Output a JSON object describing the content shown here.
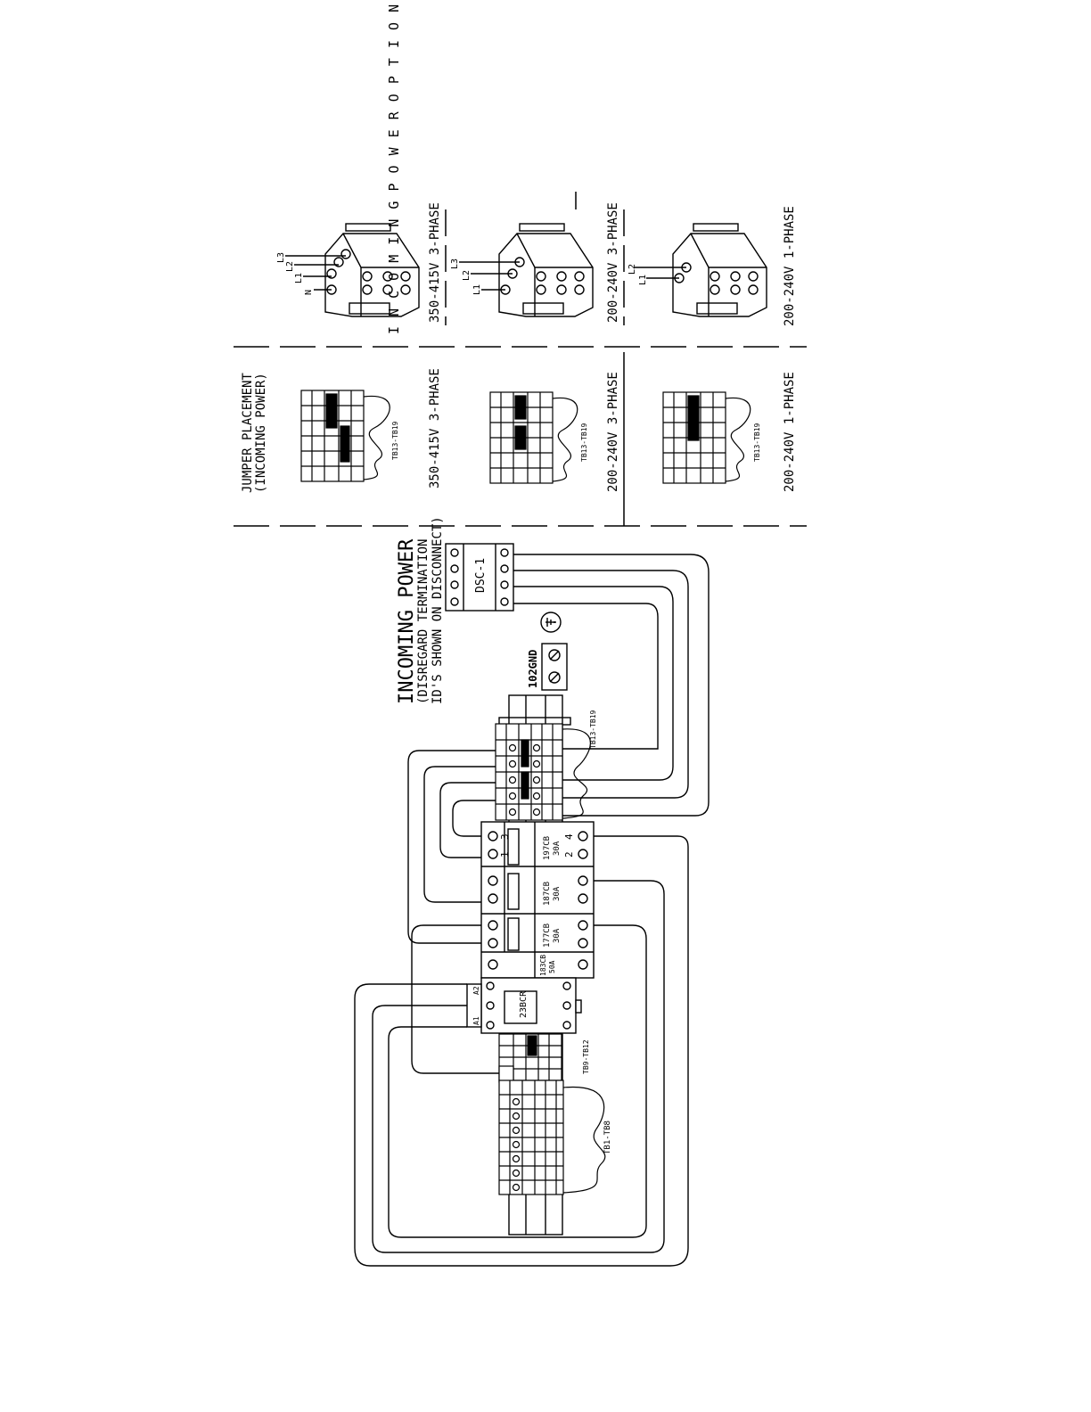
{
  "header": {
    "incoming_title": "INCOMING POWER",
    "incoming_note_1": "(DISREGARD TERMINATION",
    "incoming_note_2": "ID'S SHOWN ON DISCONNECT)",
    "jumper_title_1": "JUMPER PLACEMENT",
    "jumper_title_2": "(INCOMING POWER)",
    "options_label": "I N C O M I N G   P O W E R   O P T I O N S"
  },
  "power_options": [
    {
      "label": "350-415V 3-PHASE",
      "wires": [
        "L3",
        "L2",
        "L1",
        "N"
      ]
    },
    {
      "label": "200-240V 3-PHASE",
      "wires": [
        "L3",
        "L2",
        "L1"
      ]
    },
    {
      "label": "200-240V 1-PHASE",
      "wires": [
        "L2",
        "L1"
      ]
    }
  ],
  "jumper_options": [
    {
      "label": "350-415V 3-PHASE",
      "tb": "TB13-TB19"
    },
    {
      "label": "200-240V 3-PHASE",
      "tb": "TB13-TB19"
    },
    {
      "label": "200-240V 1-PHASE",
      "tb": "TB13-TB19"
    }
  ],
  "components": {
    "disconnect": "DSC-1",
    "ground": "102GND",
    "tb_upper": "TB13-TB19",
    "tb_mid": "TB9-TB12",
    "tb_lower": "TB1-TB8",
    "relay": "23BCR",
    "relay_a1": "A1",
    "relay_a2": "A2",
    "breakers": [
      {
        "name": "197CB",
        "rating": "30A"
      },
      {
        "name": "187CB",
        "rating": "30A"
      },
      {
        "name": "177CB",
        "rating": "30A"
      },
      {
        "name": "183CB",
        "rating": "50A"
      }
    ],
    "breaker_terms": [
      "3",
      "1",
      "4",
      "2"
    ]
  }
}
